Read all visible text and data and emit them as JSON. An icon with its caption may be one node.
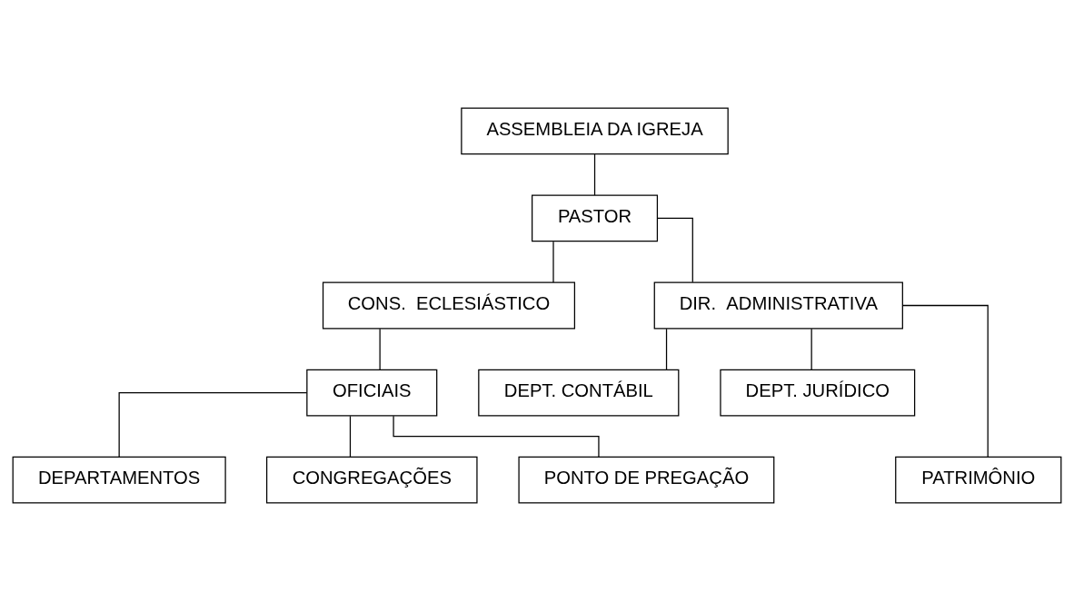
{
  "diagram": {
    "nodes": [
      {
        "text": [
          "ASSEMBLEIA DA IGREJA"
        ]
      },
      {
        "text": [
          "PASTOR"
        ]
      },
      {
        "text": [
          "CONS.  ECLESIÁSTICO"
        ]
      },
      {
        "text": [
          "DIR.  ADMINISTRATIVA"
        ]
      },
      {
        "text": [
          "OFICIAIS"
        ]
      },
      {
        "text": [
          "DEPT. CONTÁBIL"
        ]
      },
      {
        "text": [
          "DEPT. JURÍDICO"
        ]
      },
      {
        "text": [
          "DEPARTAMENTOS"
        ]
      },
      {
        "text": [
          "CONGREGAÇÕES"
        ]
      },
      {
        "text": [
          "PATRIMÔNIO"
        ]
      },
      {
        "text": [
          "PONTO DE PREGAÇÃO"
        ]
      }
    ],
    "edges": [
      {
        "from": 0,
        "to": 1,
        "arrow": "none"
      },
      {
        "from": 1,
        "to": 2,
        "arrow": "none"
      },
      {
        "from": 1,
        "to": 3,
        "arrow": "none"
      },
      {
        "from": 2,
        "to": 4,
        "arrow": "none"
      },
      {
        "from": 3,
        "to": 5,
        "arrow": "none"
      },
      {
        "from": 3,
        "to": 6,
        "arrow": "none"
      },
      {
        "from": 3,
        "to": 9,
        "arrow": "none"
      },
      {
        "from": 4,
        "to": 7,
        "arrow": "none"
      },
      {
        "from": 4,
        "to": 8,
        "arrow": "none"
      },
      {
        "from": 4,
        "to": 10,
        "arrow": "none"
      }
    ]
  }
}
